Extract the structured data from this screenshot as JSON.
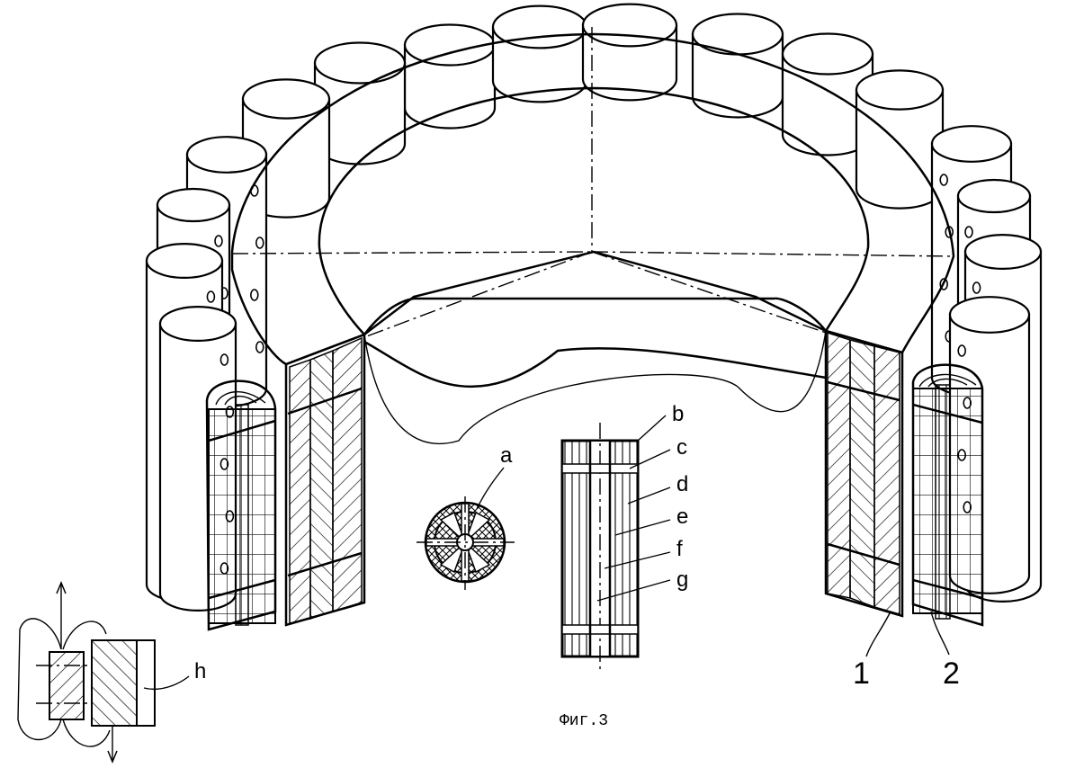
{
  "figure": {
    "caption": "Фиг.3",
    "labels": {
      "a": "a",
      "b": "b",
      "c": "c",
      "d": "d",
      "e": "e",
      "f": "f",
      "g": "g",
      "h": "h",
      "part1": "1",
      "part2": "2"
    }
  }
}
